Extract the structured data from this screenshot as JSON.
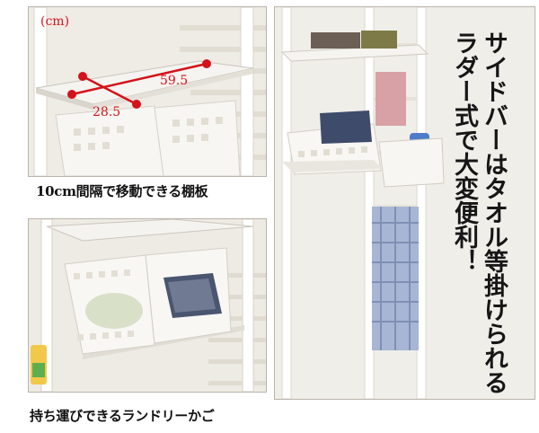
{
  "unit_label": "(cm)",
  "depth_label": "28.5",
  "width_label": "59.5",
  "caption_shelf": "10cm間隔で移動できる棚板",
  "caption_basket": "持ち運びできるランドリーかご",
  "vertical_col1": "サイドバーはタオル等掛けられる",
  "vertical_col2": "ラダー式で大変便利！",
  "colors": {
    "accent": "#d4121a",
    "frame": "#ffffff",
    "background": "#f1efea"
  }
}
